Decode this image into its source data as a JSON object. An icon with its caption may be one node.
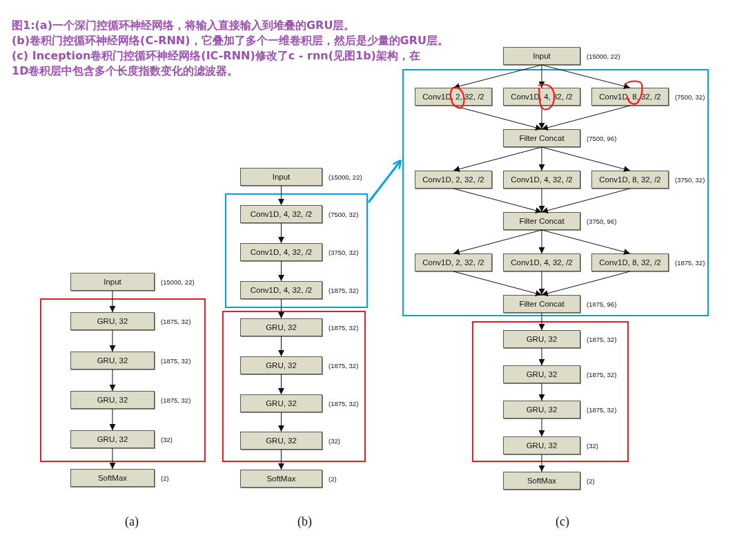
{
  "diagram": {
    "title": "图1:(a)一个深门控循环神经网络，将输入直接输入到堆叠的GRU层。",
    "nodes": [
      {
        "text": [
          "Input"
        ],
        "beside": [
          "(15000, 22)"
        ]
      },
      {
        "text": [],
        "shape": "box"
      },
      {
        "text": [
          "GRU, 32"
        ],
        "beside": [
          "(1875, 32)"
        ],
        "in": 1
      },
      {
        "text": [
          "GRU, 32"
        ],
        "beside": [
          "(1875, 32)"
        ],
        "in": 1
      },
      {
        "text": [
          "GRU, 32"
        ],
        "beside": [
          "(1875, 32)"
        ],
        "in": 1
      },
      {
        "text": [
          "GRU, 32"
        ],
        "beside": [
          "(32)"
        ],
        "in": 1
      },
      {
        "text": [
          "SoftMax"
        ],
        "beside": [
          "(2)"
        ]
      },
      {
        "text": [
          "Input"
        ],
        "beside": [
          "(15000, 22)"
        ]
      },
      {
        "text": [],
        "shape": "box"
      },
      {
        "text": [
          "Conv1D, 4, 32, /2"
        ],
        "beside": [
          "(7500, 32)"
        ],
        "in": 8
      },
      {
        "text": [
          "Conv1D, 4, 32, /2"
        ],
        "beside": [
          "(3750, 32)"
        ],
        "in": 8
      },
      {
        "text": [
          "Conv1D, 4, 32, /2"
        ],
        "beside": [
          "(1875, 32)"
        ],
        "in": 8
      },
      {
        "text": [],
        "shape": "box"
      },
      {
        "text": [
          "GRU, 32"
        ],
        "beside": [
          "(1875, 32)"
        ],
        "in": 12
      },
      {
        "text": [
          "GRU, 32"
        ],
        "beside": [
          "(1875, 32)"
        ],
        "in": 12
      },
      {
        "text": [
          "GRU, 32"
        ],
        "beside": [
          "(1875, 32)"
        ],
        "in": 12
      },
      {
        "text": [
          "GRU, 32"
        ],
        "beside": [
          "(32)"
        ],
        "in": 12
      },
      {
        "text": [
          "SoftMax"
        ],
        "beside": [
          "(2)"
        ]
      },
      {
        "text": [
          "Input"
        ],
        "beside": [
          "(15000, 22)"
        ]
      },
      {
        "text": [],
        "shape": "box"
      },
      {
        "text": [
          "Conv1D, 2, 32, /2"
        ],
        "in": 19
      },
      {
        "text": [
          "Conv1D, 4, 32, /2"
        ],
        "in": 19
      },
      {
        "text": [
          "Conv1D, 8, 32, /2"
        ],
        "beside": [
          "(7500, 32)"
        ],
        "in": 19
      },
      {
        "text": [
          "Filter Concat"
        ],
        "beside": [
          "(7500, 96)"
        ],
        "in": 19
      },
      {
        "text": [
          "Conv1D, 2, 32, /2"
        ],
        "in": 19
      },
      {
        "text": [
          "Conv1D, 4, 32, /2"
        ],
        "in": 19
      },
      {
        "text": [
          "Conv1D, 8, 32, /2"
        ],
        "beside": [
          "(3750, 32)"
        ],
        "in": 19
      },
      {
        "text": [
          "Filter Concat"
        ],
        "beside": [
          "(3750, 96)"
        ],
        "in": 19
      },
      {
        "text": [
          "Conv1D, 2, 32, /2"
        ],
        "in": 19
      },
      {
        "text": [
          "Conv1D, 4, 32, /2"
        ],
        "in": 19
      },
      {
        "text": [
          "Conv1D, 8, 32, /2"
        ],
        "beside": [
          "(1875, 32)"
        ],
        "in": 19
      },
      {
        "text": [
          "Filter Concat"
        ],
        "beside": [
          "(1875, 96)"
        ],
        "in": 19
      },
      {
        "text": [],
        "shape": "box"
      },
      {
        "text": [
          "GRU, 32"
        ],
        "beside": [
          "(1875, 32)"
        ],
        "in": 32
      },
      {
        "text": [
          "GRU, 32"
        ],
        "beside": [
          "(1875, 32)"
        ],
        "in": 32
      },
      {
        "text": [
          "GRU, 32"
        ],
        "beside": [
          "(1875, 32)"
        ],
        "in": 32
      },
      {
        "text": [
          "GRU, 32"
        ],
        "beside": [
          "(32)"
        ],
        "in": 32
      },
      {
        "text": [
          "SoftMax"
        ],
        "beside": [
          "(2)"
        ]
      }
    ],
    "edges": [
      {
        "from": 0,
        "to": 2,
        "arrow": "to"
      },
      {
        "from": 2,
        "to": 3,
        "arrow": "to"
      },
      {
        "from": 3,
        "to": 4,
        "arrow": "to"
      },
      {
        "from": 4,
        "to": 5,
        "arrow": "to"
      },
      {
        "from": 5,
        "to": 6,
        "arrow": "to"
      },
      {
        "from": 7,
        "to": 9,
        "arrow": "to"
      },
      {
        "from": 9,
        "to": 10,
        "arrow": "to"
      },
      {
        "from": 10,
        "to": 11,
        "arrow": "to"
      },
      {
        "from": 11,
        "to": 13,
        "arrow": "to"
      },
      {
        "from": 13,
        "to": 14,
        "arrow": "to"
      },
      {
        "from": 14,
        "to": 15,
        "arrow": "to"
      },
      {
        "from": 15,
        "to": 16,
        "arrow": "to"
      },
      {
        "from": 16,
        "to": 17,
        "arrow": "to"
      },
      {
        "from": 18,
        "to": 20,
        "arrow": "to"
      },
      {
        "from": 18,
        "to": 21,
        "arrow": "to"
      },
      {
        "from": 18,
        "to": 22,
        "arrow": "to"
      },
      {
        "from": 20,
        "to": 23,
        "arrow": "to"
      },
      {
        "from": 21,
        "to": 23,
        "arrow": "to"
      },
      {
        "from": 22,
        "to": 23,
        "arrow": "to"
      },
      {
        "from": 23,
        "to": 24,
        "arrow": "to"
      },
      {
        "from": 23,
        "to": 25,
        "arrow": "to"
      },
      {
        "from": 23,
        "to": 26,
        "arrow": "to"
      },
      {
        "from": 24,
        "to": 27,
        "arrow": "to"
      },
      {
        "from": 25,
        "to": 27,
        "arrow": "to"
      },
      {
        "from": 26,
        "to": 27,
        "arrow": "to"
      },
      {
        "from": 27,
        "to": 28,
        "arrow": "to"
      },
      {
        "from": 27,
        "to": 29,
        "arrow": "to"
      },
      {
        "from": 27,
        "to": 30,
        "arrow": "to"
      },
      {
        "from": 28,
        "to": 31,
        "arrow": "to"
      },
      {
        "from": 29,
        "to": 31,
        "arrow": "to"
      },
      {
        "from": 30,
        "to": 31,
        "arrow": "to"
      },
      {
        "from": 31,
        "to": 33,
        "arrow": "to"
      },
      {
        "from": 33,
        "to": 34,
        "arrow": "to"
      },
      {
        "from": 34,
        "to": 35,
        "arrow": "to"
      },
      {
        "from": 35,
        "to": 36,
        "arrow": "to"
      },
      {
        "from": 36,
        "to": 37,
        "arrow": "to"
      },
      {
        "from": 8,
        "to": 19,
        "arrow": "to",
        "style": "thick",
        "color": "#00a2e8"
      }
    ],
    "labels": [
      "(b)卷积门控循环神经网络(C-RNN)，它叠加了多个一维卷积层，然后是少量的GRU层。",
      "(c) Inception卷积门控循环神经网络(IC-RNN)修改了c - rnn(见图1b)架构，在1D卷积层中包含多个长度指数变化的滤波器。",
      "(a)",
      "(b)",
      "(c)"
    ]
  }
}
